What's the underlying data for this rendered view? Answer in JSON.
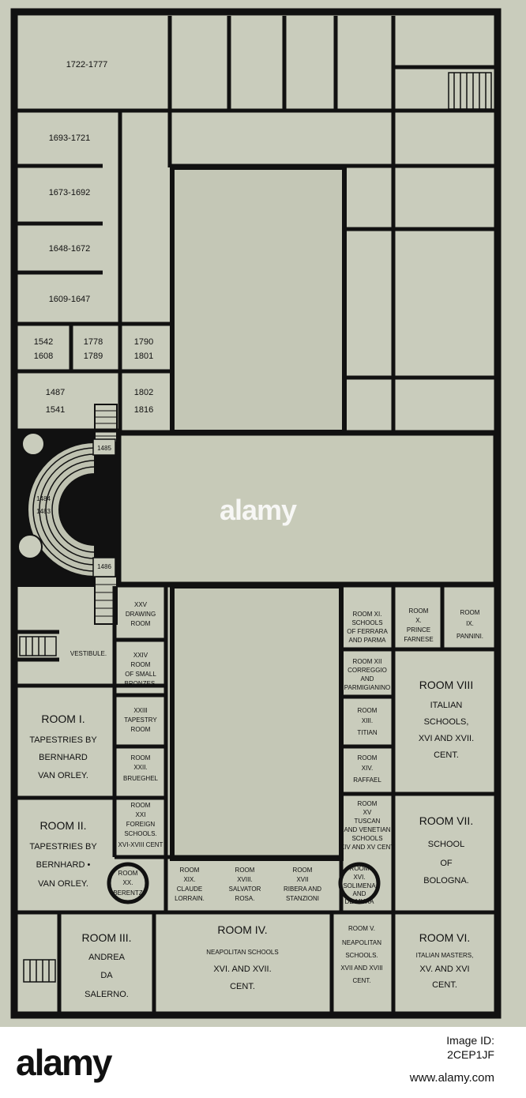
{
  "watermark": "alamy",
  "footer": {
    "logo": "alamy",
    "image_id_label": "Image ID:",
    "image_id": "2CEP1JF",
    "url": "www.alamy.com"
  },
  "labels": {
    "period_1722_1777": "1722-1777",
    "period_1693_1721": "1693-1721",
    "period_1673_1692": "1673-1692",
    "period_1648_1672": "1648-1672",
    "period_1609_1647": "1609-1647",
    "period_1542_1608_a": "1542",
    "period_1542_1608_b": "1608",
    "period_1778_1789_a": "1778",
    "period_1778_1789_b": "1789",
    "period_1790_1801_a": "1790",
    "period_1790_1801_b": "1801",
    "period_1487_1541_a": "1487",
    "period_1487_1541_b": "1541",
    "period_1802_1816_a": "1802",
    "period_1802_1816_b": "1816",
    "stair_1485": "1485",
    "stair_1484": "1484",
    "stair_1483": "1483",
    "stair_1486": "1486",
    "room_xxv_a": "XXV",
    "room_xxv_b": "DRAWING",
    "room_xxv_c": "ROOM",
    "vestibule": "VESTIBULE.",
    "room_xxiv_a": "XXIV",
    "room_xxiv_b": "ROOM",
    "room_xxiv_c": "OF SMALL",
    "room_xxiv_d": "BRONZES.",
    "room_xxiii_a": "XXIII",
    "room_xxiii_b": "TAPESTRY",
    "room_xxiii_c": "ROOM",
    "room_xxii_a": "ROOM",
    "room_xxii_b": "XXII.",
    "room_xxii_c": "BRUEGHEL",
    "room_xxi_a": "ROOM",
    "room_xxi_b": "XXI",
    "room_xxi_c": "FOREIGN",
    "room_xxi_d": "SCHOOLS.",
    "room_xxi_e": "XVI-XVIII CENT",
    "room_i_a": "ROOM I.",
    "room_i_b": "TAPESTRIES BY",
    "room_i_c": "BERNHARD",
    "room_i_d": "VAN ORLEY.",
    "room_ii_a": "ROOM II.",
    "room_ii_b": "TAPESTRIES BY",
    "room_ii_c": "BERNHARD •",
    "room_ii_d": "VAN ORLEY.",
    "room_xx_a": "ROOM",
    "room_xx_b": "XX.",
    "room_xx_c": "BERENTZ",
    "room_xix_a": "ROOM",
    "room_xix_b": "XIX.",
    "room_xix_c": "CLAUDE",
    "room_xix_d": "LORRAIN.",
    "room_xviii_a": "ROOM",
    "room_xviii_b": "XVIII.",
    "room_xviii_c": "SALVATOR",
    "room_xviii_d": "ROSA.",
    "room_xvii_a": "ROOM",
    "room_xvii_b": "XVII",
    "room_xvii_c": "RIBERA AND",
    "room_xvii_d": "STANZIONI",
    "room_xvi_a": "ROOM",
    "room_xvi_b": "XVI.",
    "room_xvi_c": "SOLIMENA",
    "room_xvi_d": "AND",
    "room_xvi_e": "DE MURA",
    "room_xv_a": "ROOM",
    "room_xv_b": "XV",
    "room_xv_c": "TUSCAN",
    "room_xv_d": "AND VENETIAN",
    "room_xv_e": "SCHOOLS",
    "room_xv_f": "XIV AND XV CENT",
    "room_xiv_a": "ROOM",
    "room_xiv_b": "XIV.",
    "room_xiv_c": "RAFFAEL",
    "room_xiii_a": "ROOM",
    "room_xiii_b": "XIII.",
    "room_xiii_c": "TITIAN",
    "room_xii_a": "ROOM XII",
    "room_xii_b": "CORREGGIO",
    "room_xii_c": "AND",
    "room_xii_d": "PARMIGIANINO",
    "room_xi_a": "ROOM XI.",
    "room_xi_b": "SCHOOLS",
    "room_xi_c": "OF FERRARA",
    "room_xi_d": "AND PARMA",
    "room_x_a": "ROOM",
    "room_x_b": "X.",
    "room_x_c": "PRINCE",
    "room_x_d": "FARNESE",
    "room_ix_a": "ROOM",
    "room_ix_b": "IX.",
    "room_ix_c": "PANNINI.",
    "room_viii_a": "ROOM VIII",
    "room_viii_b": "ITALIAN",
    "room_viii_c": "SCHOOLS,",
    "room_viii_d": "XVI AND XVII.",
    "room_viii_e": "CENT.",
    "room_vii_a": "ROOM VII.",
    "room_vii_b": "SCHOOL",
    "room_vii_c": "OF",
    "room_vii_d": "BOLOGNA.",
    "room_iii_a": "ROOM III.",
    "room_iii_b": "ANDREA",
    "room_iii_c": "DA",
    "room_iii_d": "SALERNO.",
    "room_iv_a": "ROOM IV.",
    "room_iv_b": "NEAPOLITAN SCHOOLS",
    "room_iv_c": "XVI. AND XVII.",
    "room_iv_d": "CENT.",
    "room_v_a": "ROOM V.",
    "room_v_b": "NEAPOLITAN",
    "room_v_c": "SCHOOLS.",
    "room_v_d": "XVII AND XVIII",
    "room_v_e": "CENT.",
    "room_vi_a": "ROOM VI.",
    "room_vi_b": "ITALIAN MASTERS,",
    "room_vi_c": "XV. AND XVI",
    "room_vi_d": "CENT."
  }
}
